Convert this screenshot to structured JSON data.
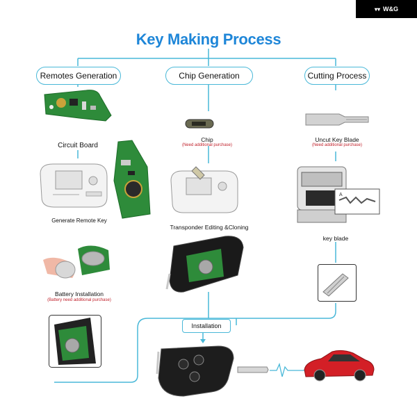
{
  "brand": {
    "logo_text": "W&G"
  },
  "title": "Key Making Process",
  "columns": {
    "remotes": "Remotes Generation",
    "chip": "Chip Generation",
    "cutting": "Cutting Process"
  },
  "labels": {
    "circuit_board": "Circuit Board",
    "generate_remote_key": "Generate Remote Key",
    "battery_installation": "Battery Installation",
    "battery_note": "(Battery need additional purchase)",
    "chip": "Chip",
    "chip_note": "(Need additional purchase)",
    "transponder": "Transponder Editing &Cloning",
    "uncut_blade": "Uncut Key  Blade",
    "uncut_note": "(Need additional purchase)",
    "key_blade": "key blade",
    "installation": "Installation"
  },
  "colors": {
    "accent": "#49b8d8",
    "title": "#1e86d8",
    "note": "#c0202a"
  }
}
